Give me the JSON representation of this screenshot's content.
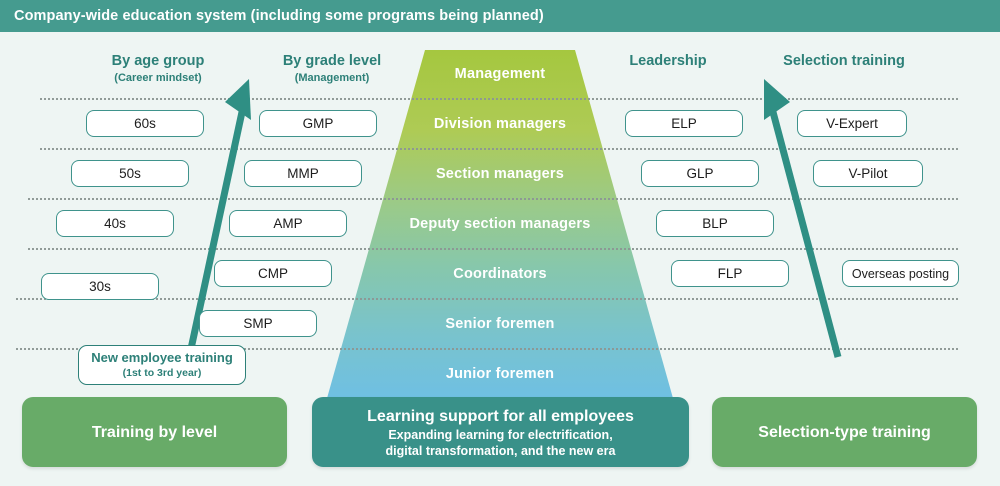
{
  "header": {
    "title": "Company-wide education system (including some programs being planned)"
  },
  "colors": {
    "header_bar": "#459b8f",
    "background": "#eef5f3",
    "accent_teal": "#2d8078",
    "pill_border": "#3f938c",
    "footer_green": "#68ab68",
    "footer_teal": "#399189",
    "pyramid_top": "#a5c73f",
    "pyramid_bottom": "#6fc0e8",
    "arrow": "#2f8f84",
    "dotted_line": "#8d9794"
  },
  "columns": [
    {
      "id": "age-group",
      "title": "By age group",
      "subtitle": "(Career mindset)"
    },
    {
      "id": "grade-level",
      "title": "By grade level",
      "subtitle": "(Management)"
    },
    {
      "id": "pyramid",
      "title": "Management",
      "subtitle": ""
    },
    {
      "id": "leadership",
      "title": "Leadership",
      "subtitle": ""
    },
    {
      "id": "selection-training",
      "title": "Selection training",
      "subtitle": ""
    }
  ],
  "pyramid": {
    "levels": [
      {
        "label": "Management"
      },
      {
        "label": "Division managers"
      },
      {
        "label": "Section managers"
      },
      {
        "label": "Deputy section managers"
      },
      {
        "label": "Coordinators"
      },
      {
        "label": "Senior foremen"
      },
      {
        "label": "Junior foremen"
      }
    ]
  },
  "age_group": {
    "items": [
      {
        "label": "60s"
      },
      {
        "label": "50s"
      },
      {
        "label": "40s"
      },
      {
        "label": "30s"
      }
    ],
    "note": {
      "line1": "New employee training",
      "line2": "(1st to 3rd year)"
    }
  },
  "grade_level": {
    "items": [
      {
        "label": "GMP"
      },
      {
        "label": "MMP"
      },
      {
        "label": "AMP"
      },
      {
        "label": "CMP"
      },
      {
        "label": "SMP"
      }
    ]
  },
  "leadership": {
    "items": [
      {
        "label": "ELP"
      },
      {
        "label": "GLP"
      },
      {
        "label": "BLP"
      },
      {
        "label": "FLP"
      }
    ]
  },
  "selection_training": {
    "items": [
      {
        "label": "V-Expert"
      },
      {
        "label": "V-Pilot"
      },
      {
        "label": "Overseas posting"
      }
    ]
  },
  "footer": {
    "left": {
      "title": "Training by level",
      "subtitle": ""
    },
    "center": {
      "title": "Learning support for all employees",
      "subtitle_line1": "Expanding learning for electrification,",
      "subtitle_line2": "digital transformation, and the new era"
    },
    "right": {
      "title": "Selection-type training",
      "subtitle": ""
    }
  }
}
